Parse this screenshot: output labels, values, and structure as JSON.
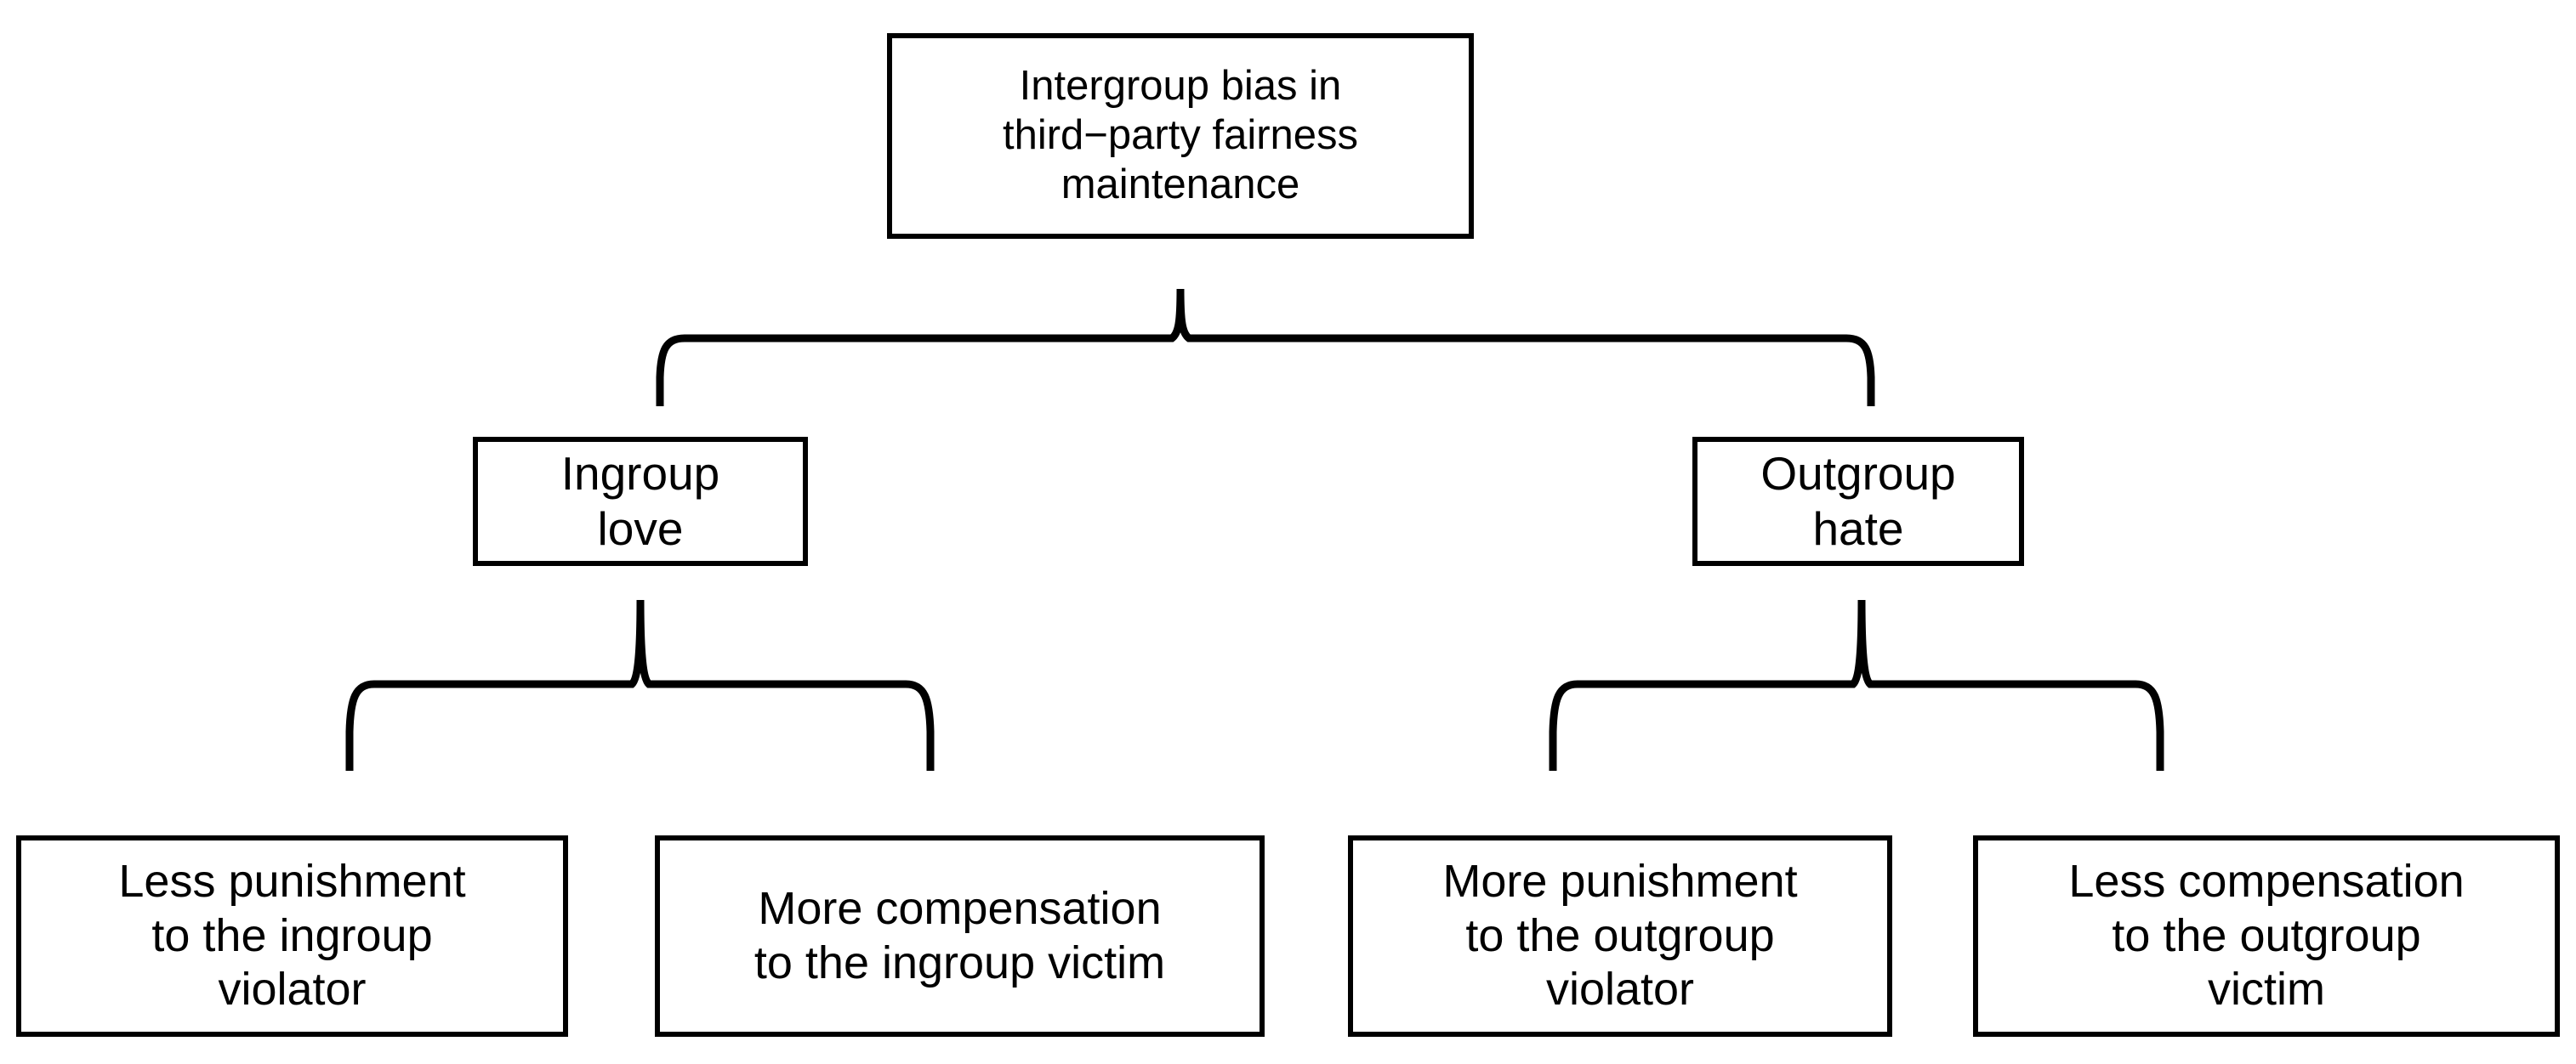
{
  "diagram": {
    "type": "hierarchy-tree",
    "background_color": "#ffffff",
    "line_color": "#000000",
    "nodes": {
      "root": {
        "label": "Intergroup bias in\nthird−party fairness\nmaintenance",
        "name": "root-node"
      },
      "level2": [
        {
          "label": "Ingroup\nlove",
          "name": "node-ingroup-love"
        },
        {
          "label": "Outgroup\nhate",
          "name": "node-outgroup-hate"
        }
      ],
      "leaves": [
        {
          "label": "Less punishment\nto the ingroup\nviolator",
          "name": "node-less-punishment-ingroup-violator"
        },
        {
          "label": "More compensation\nto the ingroup victim",
          "name": "node-more-compensation-ingroup-victim"
        },
        {
          "label": "More punishment\nto the outgroup\nviolator",
          "name": "node-more-punishment-outgroup-violator"
        },
        {
          "label": "Less compensation\nto the outgroup\nvictim",
          "name": "node-less-compensation-outgroup-victim"
        }
      ]
    },
    "connectors": [
      {
        "name": "brace-root-to-level2",
        "from": "root",
        "to": [
          "Ingroup love",
          "Outgroup hate"
        ]
      },
      {
        "name": "brace-ingroup-love-to-leaves",
        "from": "Ingroup love",
        "to": [
          "Less punishment to the ingroup violator",
          "More compensation to the ingroup victim"
        ]
      },
      {
        "name": "brace-outgroup-hate-to-leaves",
        "from": "Outgroup hate",
        "to": [
          "More punishment to the outgroup violator",
          "Less compensation to the outgroup victim"
        ]
      }
    ]
  }
}
